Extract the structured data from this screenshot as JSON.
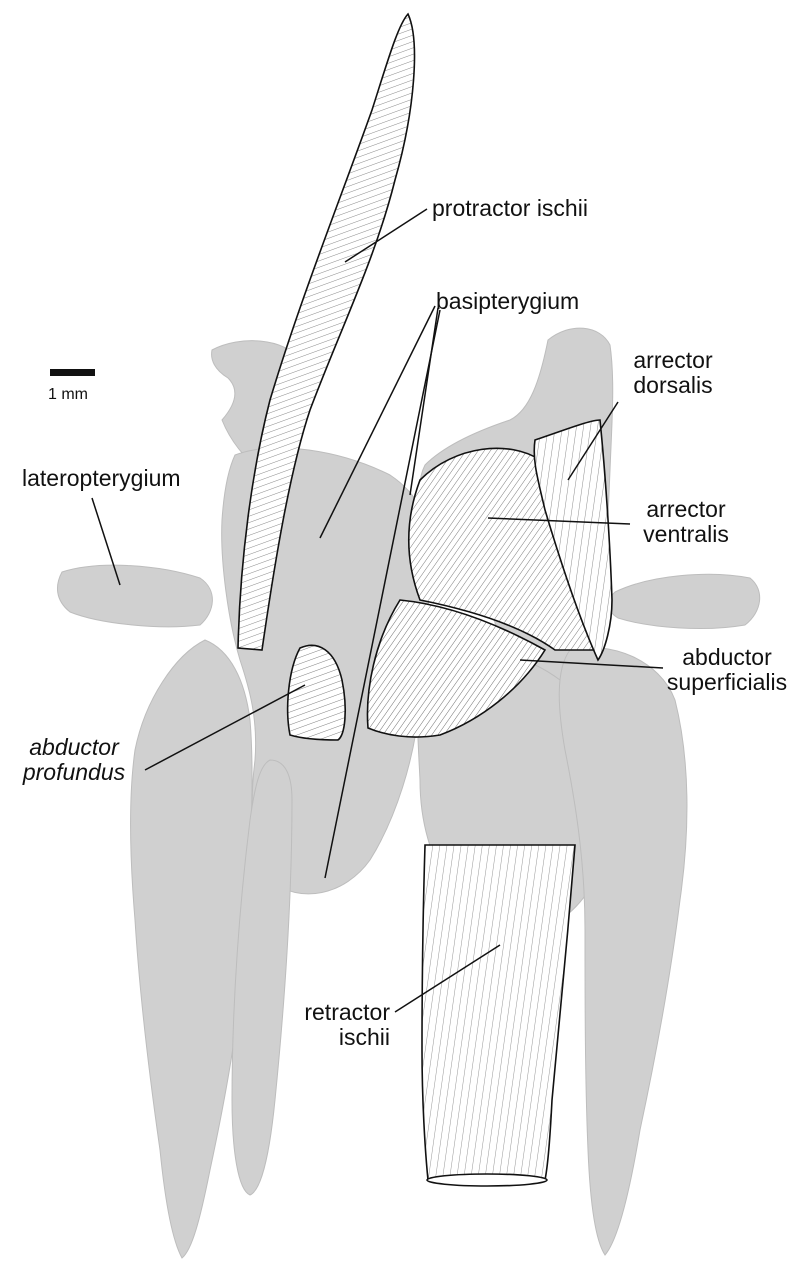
{
  "colors": {
    "bone": "#d0d0d0",
    "bone_edge": "#b8b8b8",
    "muscle_fill": "#ffffff",
    "ink": "#111111"
  },
  "scale_bar": {
    "label": "1 mm"
  },
  "labels": {
    "protractor_ischii": "protractor ischii",
    "basipterygium": "basipterygium",
    "arrector_dorsalis_line1": "arrector",
    "arrector_dorsalis_line2": "dorsalis",
    "lateropterygium": "lateropterygium",
    "arrector_ventralis_line1": "arrector",
    "arrector_ventralis_line2": "ventralis",
    "abductor_superficialis_line1": "abductor",
    "abductor_superficialis_line2": "superficialis",
    "abductor_profundus_line1": "abductor",
    "abductor_profundus_line2": "profundus",
    "retractor_ischii_line1": "retractor",
    "retractor_ischii_line2": "ischii"
  }
}
